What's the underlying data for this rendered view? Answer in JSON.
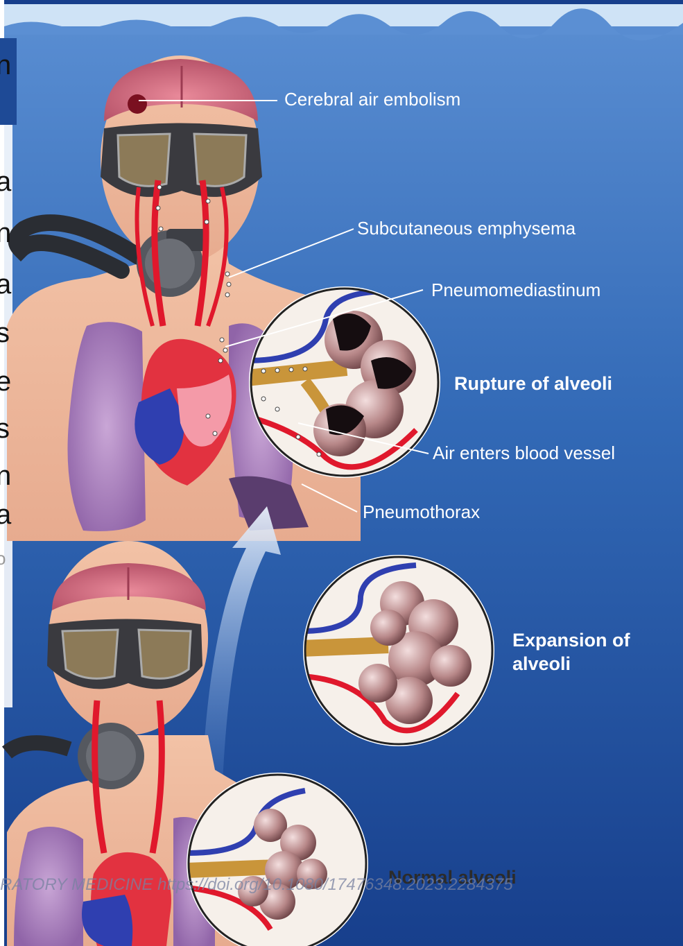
{
  "labels": {
    "cerebral": "Cerebral air embolism",
    "subcutaneous": "Subcutaneous emphysema",
    "pneumomediastinum": "Pneumomediastinum",
    "rupture": "Rupture of alveoli",
    "air_enters": "Air enters blood vessel",
    "pneumothorax": "Pneumothorax",
    "expansion": "Expansion of\nalveoli",
    "normal": "Normal alveoli"
  },
  "citation": "RATORY MEDICINE https://doi.org/10.1080/17476348.2023.2284375",
  "slide_fragments": [
    "n",
    "a",
    "n",
    "a",
    "s",
    "e",
    "s",
    "n",
    "a",
    "o"
  ],
  "colors": {
    "water_top": "#3f78c4",
    "water_bottom": "#163e8a",
    "label_text": "#ffffff",
    "artery": "#e0182c",
    "vein": "#2f3fb0",
    "lung": "#9b6fb0",
    "alveoli": "#b98a8e"
  }
}
